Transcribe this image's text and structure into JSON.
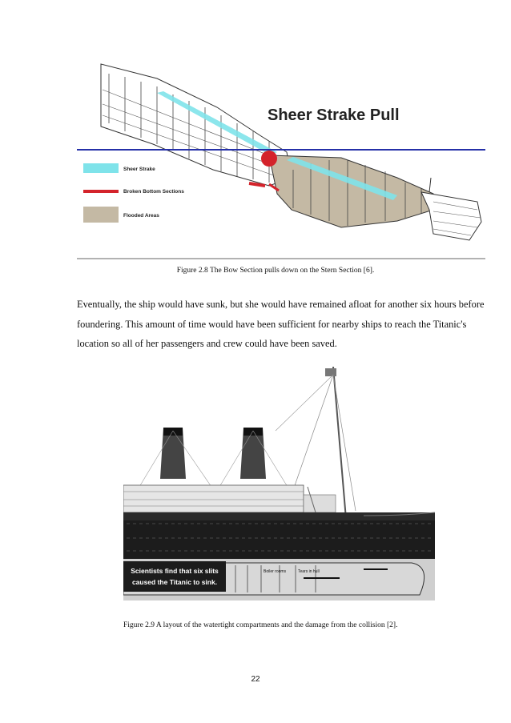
{
  "figure1": {
    "title": "Sheer Strake Pull",
    "legend": [
      {
        "label": "Sheer Strake",
        "color": "#7fe3ea"
      },
      {
        "label": "Broken Bottom Sections",
        "color": "#d4232b"
      },
      {
        "label": "Flooded Areas",
        "color": "#c4b9a4"
      }
    ],
    "caption": "Figure 2.8 The Bow Section pulls down on the Stern Section [6]."
  },
  "body": {
    "paragraph": "Eventually, the ship would have sunk, but she would have remained afloat for another six hours before foundering. This amount of time would have been sufficient for nearby ships to reach the Titanic's location so all of her passengers and crew could have been saved."
  },
  "figure2": {
    "callout_line1": "Scientists find that six slits",
    "callout_line2": "caused the Titanic to sink.",
    "boiler_label": "Boiler rooms",
    "tear_label": "Tears in hull",
    "caption": "Figure 2.9 A layout of the watertight compartments and the damage from the collision [2]."
  },
  "footer": {
    "page_number": "22"
  }
}
